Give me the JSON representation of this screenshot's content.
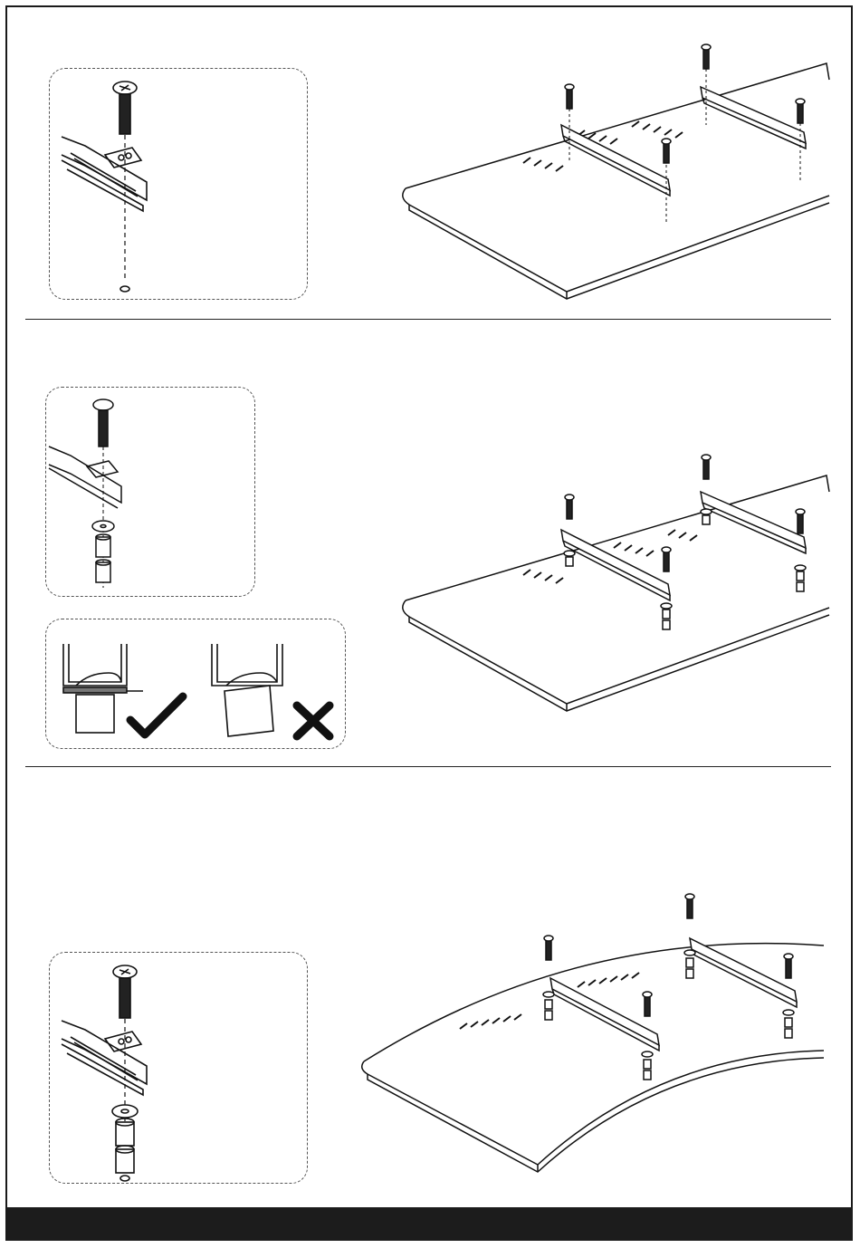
{
  "steps": [
    {
      "id": "step-1",
      "variant": "flat-tv-direct-mount"
    },
    {
      "id": "step-2",
      "variant": "flat-tv-with-spacers",
      "notes": [
        "correct-orientation",
        "incorrect-orientation"
      ]
    },
    {
      "id": "step-3",
      "variant": "curved-tv-with-spacers"
    }
  ],
  "icons": {
    "check": "checkmark-icon",
    "cross": "cross-icon"
  },
  "colors": {
    "ink": "#1a1a1a",
    "footer": "#1c1c1c"
  }
}
